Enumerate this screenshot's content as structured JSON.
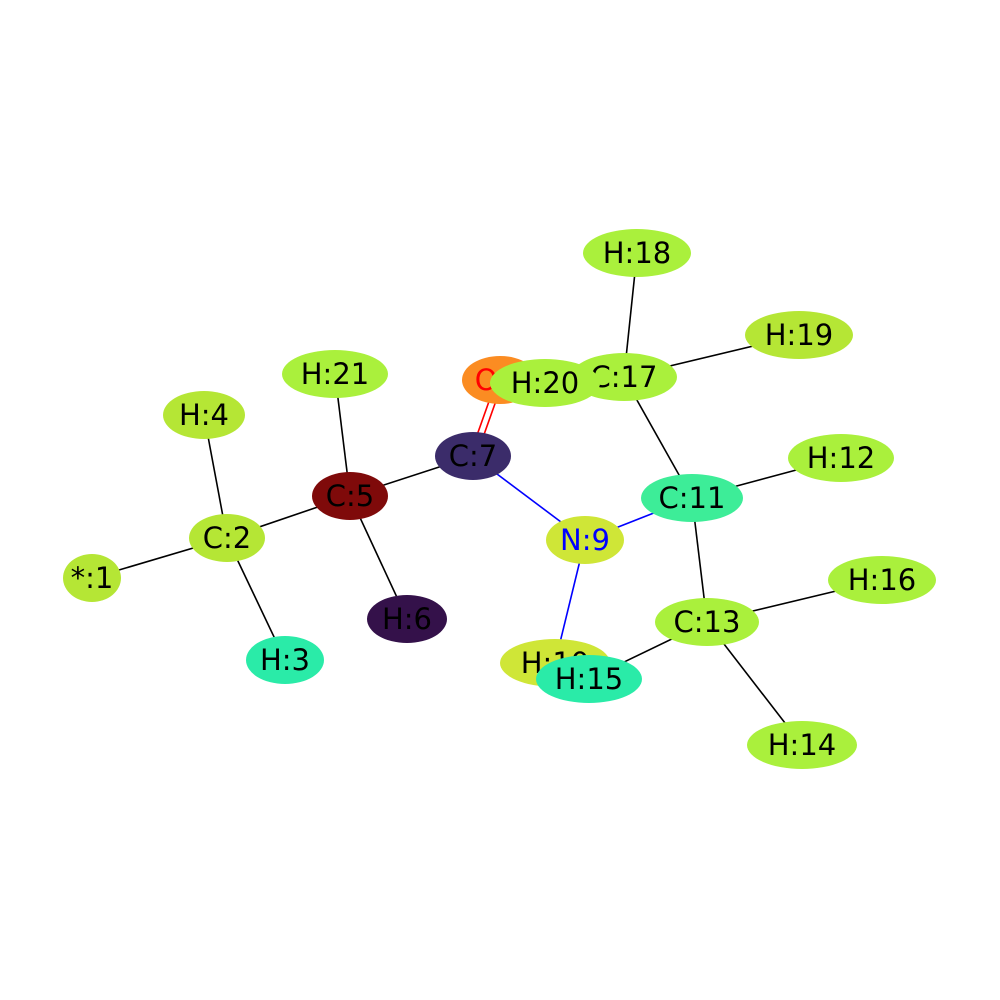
{
  "graph": {
    "colors": {
      "black": "#000000",
      "blue": "#0000ff",
      "red": "#ff0000",
      "background": "#ffffff"
    },
    "atoms": [
      {
        "id": 1,
        "label": "*:1",
        "fill": "#b5e635",
        "text_color": "#000000"
      },
      {
        "id": 2,
        "label": "C:2",
        "fill": "#b5e635",
        "text_color": "#000000"
      },
      {
        "id": 3,
        "label": "H:3",
        "fill": "#2aeba8",
        "text_color": "#000000"
      },
      {
        "id": 4,
        "label": "H:4",
        "fill": "#b5e635",
        "text_color": "#000000"
      },
      {
        "id": 5,
        "label": "C:5",
        "fill": "#7f0a0a",
        "text_color": "#000000"
      },
      {
        "id": 6,
        "label": "H:6",
        "fill": "#34114a",
        "text_color": "#000000"
      },
      {
        "id": 7,
        "label": "C:7",
        "fill": "#3b2c6a",
        "text_color": "#000000"
      },
      {
        "id": 8,
        "label": "O:8",
        "fill": "#fb8c22",
        "text_color": "#ff0000"
      },
      {
        "id": 9,
        "label": "N:9",
        "fill": "#cfe637",
        "text_color": "#0000ff"
      },
      {
        "id": 10,
        "label": "H:10",
        "fill": "#cfe637",
        "text_color": "#000000"
      },
      {
        "id": 11,
        "label": "C:11",
        "fill": "#3ded98",
        "text_color": "#000000"
      },
      {
        "id": 12,
        "label": "H:12",
        "fill": "#aaf03c",
        "text_color": "#000000"
      },
      {
        "id": 13,
        "label": "C:13",
        "fill": "#aaf03c",
        "text_color": "#000000"
      },
      {
        "id": 14,
        "label": "H:14",
        "fill": "#aaf03c",
        "text_color": "#000000"
      },
      {
        "id": 15,
        "label": "H:15",
        "fill": "#2aeba8",
        "text_color": "#000000"
      },
      {
        "id": 16,
        "label": "H:16",
        "fill": "#aaf03c",
        "text_color": "#000000"
      },
      {
        "id": 17,
        "label": "C:17",
        "fill": "#aaf03c",
        "text_color": "#000000"
      },
      {
        "id": 18,
        "label": "H:18",
        "fill": "#aaf03c",
        "text_color": "#000000"
      },
      {
        "id": 19,
        "label": "H:19",
        "fill": "#b5e635",
        "text_color": "#000000"
      },
      {
        "id": 20,
        "label": "H:20",
        "fill": "#aaf03c",
        "text_color": "#000000"
      },
      {
        "id": 21,
        "label": "H:21",
        "fill": "#aaf03c",
        "text_color": "#000000"
      }
    ],
    "bonds": [
      {
        "from": 1,
        "to": 2,
        "order": 1,
        "color": "#000000"
      },
      {
        "from": 2,
        "to": 3,
        "order": 1,
        "color": "#000000"
      },
      {
        "from": 2,
        "to": 4,
        "order": 1,
        "color": "#000000"
      },
      {
        "from": 2,
        "to": 5,
        "order": 1,
        "color": "#000000"
      },
      {
        "from": 5,
        "to": 6,
        "order": 1,
        "color": "#000000"
      },
      {
        "from": 5,
        "to": 21,
        "order": 1,
        "color": "#000000"
      },
      {
        "from": 5,
        "to": 7,
        "order": 1,
        "color": "#000000"
      },
      {
        "from": 7,
        "to": 8,
        "order": 2,
        "color": "#ff0000"
      },
      {
        "from": 7,
        "to": 9,
        "order": 1,
        "color": "#0000ff"
      },
      {
        "from": 9,
        "to": 10,
        "order": 1,
        "color": "#0000ff"
      },
      {
        "from": 9,
        "to": 11,
        "order": 1,
        "color": "#0000ff"
      },
      {
        "from": 11,
        "to": 12,
        "order": 1,
        "color": "#000000"
      },
      {
        "from": 11,
        "to": 13,
        "order": 1,
        "color": "#000000"
      },
      {
        "from": 11,
        "to": 17,
        "order": 1,
        "color": "#000000"
      },
      {
        "from": 13,
        "to": 14,
        "order": 1,
        "color": "#000000"
      },
      {
        "from": 13,
        "to": 15,
        "order": 1,
        "color": "#000000"
      },
      {
        "from": 13,
        "to": 16,
        "order": 1,
        "color": "#000000"
      },
      {
        "from": 17,
        "to": 18,
        "order": 1,
        "color": "#000000"
      },
      {
        "from": 17,
        "to": 19,
        "order": 1,
        "color": "#000000"
      },
      {
        "from": 17,
        "to": 20,
        "order": 1,
        "color": "#000000"
      }
    ]
  }
}
